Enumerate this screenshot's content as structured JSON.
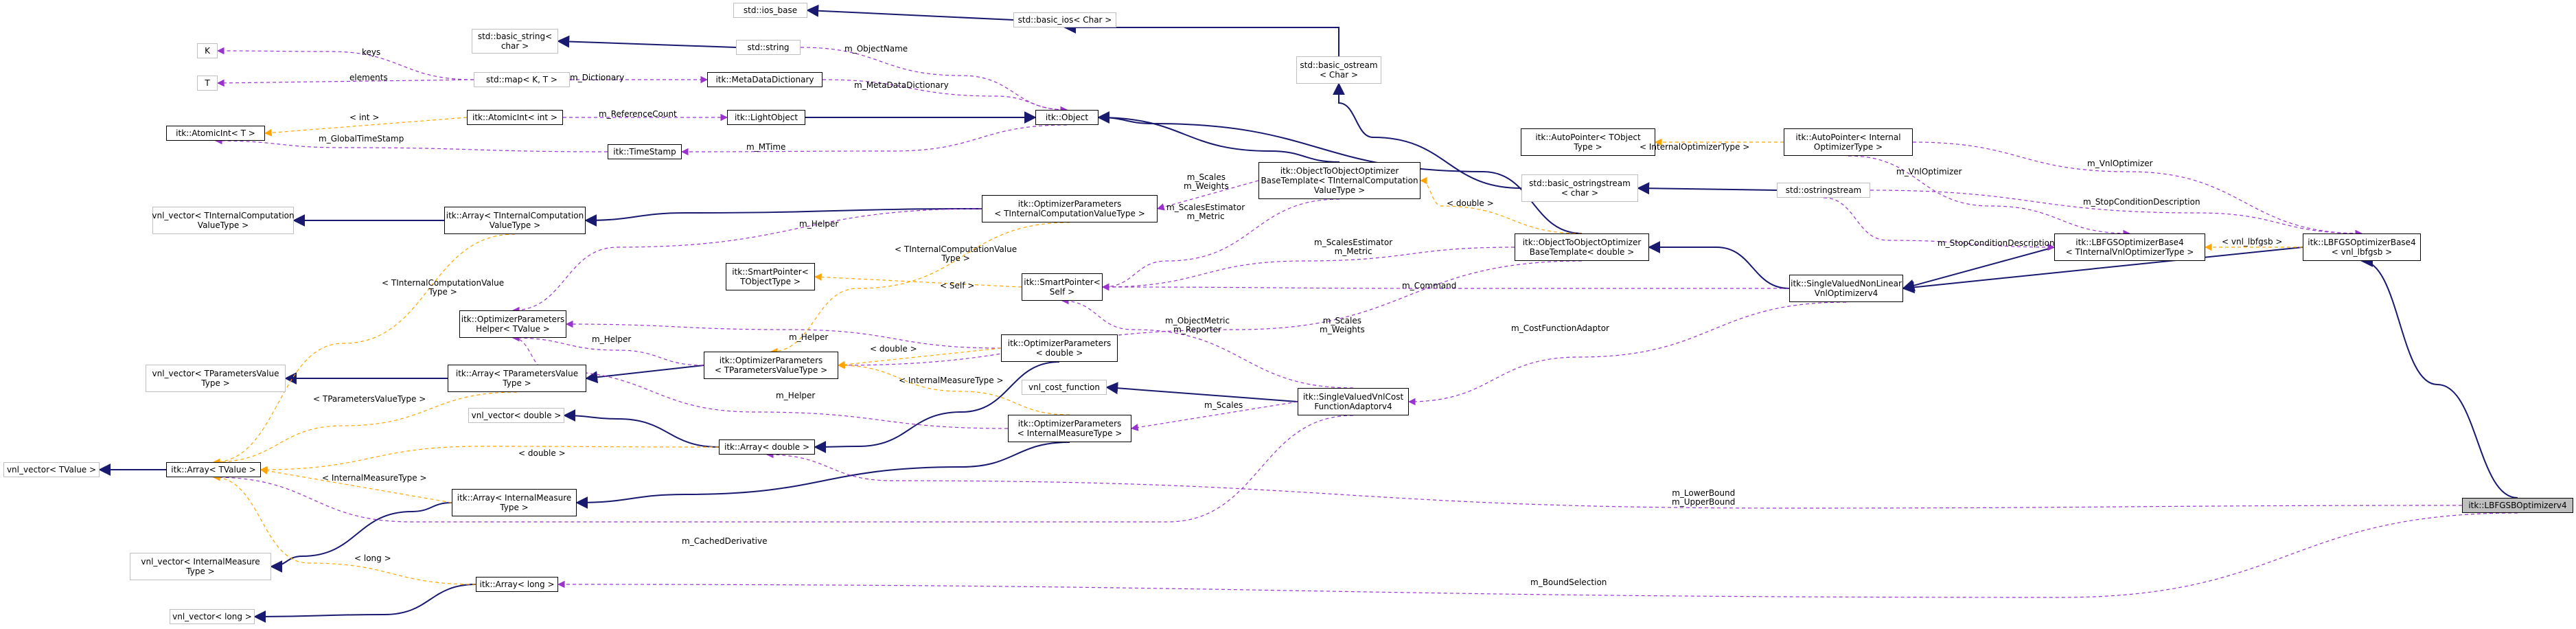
{
  "nodes": {
    "std_ios_base": [
      "std::ios_base"
    ],
    "basic_ios": [
      "std::basic_ios< Char >"
    ],
    "K": [
      "K"
    ],
    "T": [
      "T"
    ],
    "basic_string": [
      "std::basic_string<",
      "char >"
    ],
    "std_string": [
      "std::string"
    ],
    "std_map": [
      "std::map< K, T >"
    ],
    "meta_dict": [
      "itk::MetaDataDictionary"
    ],
    "basic_ostream": [
      "std::basic_ostream",
      "< Char >"
    ],
    "atomic_int_T": [
      "itk::AtomicInt< T >"
    ],
    "atomic_int_int": [
      "itk::AtomicInt< int >"
    ],
    "light_object": [
      "itk::LightObject"
    ],
    "object": [
      "itk::Object"
    ],
    "timestamp": [
      "itk::TimeStamp"
    ],
    "autopointer_tobject": [
      "itk::AutoPointer< TObject",
      "Type >"
    ],
    "autopointer_internal": [
      "itk::AutoPointer< Internal",
      "OptimizerType >"
    ],
    "vnl_vector_tcomp": [
      "vnl_vector< TInternalComputation",
      "ValueType >"
    ],
    "array_tcomp": [
      "itk::Array< TInternalComputation",
      "ValueType >"
    ],
    "optparams_tcomp": [
      "itk::OptimizerParameters",
      "< TInternalComputationValueType >"
    ],
    "o2o_base_template": [
      "itk::ObjectToObjectOptimizer",
      "BaseTemplate< TInternalComputation",
      "ValueType >"
    ],
    "basic_ostringstream": [
      "std::basic_ostringstream",
      "< char >"
    ],
    "ostringstream": [
      "std::ostringstream"
    ],
    "smartpointer_tobject": [
      "itk::SmartPointer<",
      "TObjectType >"
    ],
    "smartpointer_self": [
      "itk::SmartPointer<",
      "Self >"
    ],
    "o2o_base_double": [
      "itk::ObjectToObjectOptimizer",
      "BaseTemplate< double >"
    ],
    "lbfgs_base4_t": [
      "itk::LBFGSOptimizerBase4",
      "< TInternalVnlOptimizerType >"
    ],
    "lbfgs_base4_vnl": [
      "itk::LBFGSOptimizerBase4",
      "< vnl_lbfgsb >"
    ],
    "single_valued_nonlinear": [
      "itk::SingleValuedNonLinear",
      "VnlOptimizerv4"
    ],
    "optparams_helper": [
      "itk::OptimizerParameters",
      "Helper< TValue >"
    ],
    "optparams_double": [
      "itk::OptimizerParameters",
      "< double >"
    ],
    "vnl_vector_tparams": [
      "vnl_vector< TParametersValue",
      "Type >"
    ],
    "array_tparams": [
      "itk::Array< TParametersValue",
      "Type >"
    ],
    "optparams_tparams": [
      "itk::OptimizerParameters",
      "< TParametersValueType >"
    ],
    "vnl_cost_function": [
      "vnl_cost_function"
    ],
    "single_valued_vnl_cost": [
      "itk::SingleValuedVnlCost",
      "FunctionAdaptorv4"
    ],
    "vnl_vector_double": [
      "vnl_vector< double >"
    ],
    "optparams_internal": [
      "itk::OptimizerParameters",
      "< InternalMeasureType >"
    ],
    "array_double": [
      "itk::Array< double >"
    ],
    "vnl_vector_tvalue": [
      "vnl_vector< TValue >"
    ],
    "array_tvalue": [
      "itk::Array< TValue >"
    ],
    "array_internal": [
      "itk::Array< InternalMeasure",
      "Type >"
    ],
    "lbfgsb_optimizer4": [
      "itk::LBFGSBOptimizerv4"
    ],
    "vnl_vector_internal": [
      "vnl_vector< InternalMeasure",
      "Type >"
    ],
    "array_long": [
      "itk::Array< long >"
    ],
    "vnl_vector_long": [
      "vnl_vector< long >"
    ]
  },
  "edge_labels": {
    "keys": "keys",
    "elements": "elements",
    "m_ObjectName": "m_ObjectName",
    "m_Dictionary": "m_Dictionary",
    "m_MetaDataDictionary": "m_MetaDataDictionary",
    "lt_int": "< int >",
    "m_ReferenceCount": "m_ReferenceCount",
    "m_GlobalTimeStamp": "m_GlobalTimeStamp",
    "m_MTime": "m_MTime",
    "internal_optimizer_type": "< InternalOptimizerType >",
    "m_VnlOptimizer_1": "m_VnlOptimizer",
    "m_VnlOptimizer_2": "m_VnlOptimizer",
    "m_StopConditionDescription_1": "m_StopConditionDescription",
    "m_StopConditionDescription_2": "m_StopConditionDescription",
    "vnl_lbfgsb": "< vnl_lbfgsb >",
    "m_Scales_m_Weights_1": "m_Scales\nm_Weights",
    "lt_double_1": "< double >",
    "m_Helper_1": "m_Helper",
    "tcomp_type_1": "< TInternalComputationValue\nType >",
    "tcomp_type_2": "< TInternalComputationValue\nType >",
    "m_ScalesEstimator_m_Metric_1": "m_ScalesEstimator\nm_Metric",
    "m_ScalesEstimator_m_Metric_2": "m_ScalesEstimator\nm_Metric",
    "lt_self": "< Self >",
    "m_Command": "m_Command",
    "m_ObjectMetric_m_Reporter": "m_ObjectMetric\nm_Reporter",
    "m_Scales_m_Weights_2": "m_Scales\nm_Weights",
    "m_Helper_2": "m_Helper",
    "lt_double_2": "< double >",
    "m_Helper_3": "m_Helper",
    "m_CostFunctionAdaptor": "m_CostFunctionAdaptor",
    "tparams_type": "< TParametersValueType >",
    "internal_measure_type_1": "< InternalMeasureType >",
    "m_Helper_4": "m_Helper",
    "m_Scales": "m_Scales",
    "lt_double_3": "< double >",
    "internal_measure_type_2": "< InternalMeasureType >",
    "m_LowerBound_m_UpperBound": "m_LowerBound\nm_UpperBound",
    "m_CachedDerivative": "m_CachedDerivative",
    "lt_long": "< long >",
    "m_BoundSelection": "m_BoundSelection"
  },
  "colors": {
    "inheritance": "#191970",
    "usage": "#9a32cd",
    "template": "#ffa500",
    "node_border": "#000000",
    "external_border": "#bfbfbf",
    "focus_fill": "#bfbfbf"
  }
}
